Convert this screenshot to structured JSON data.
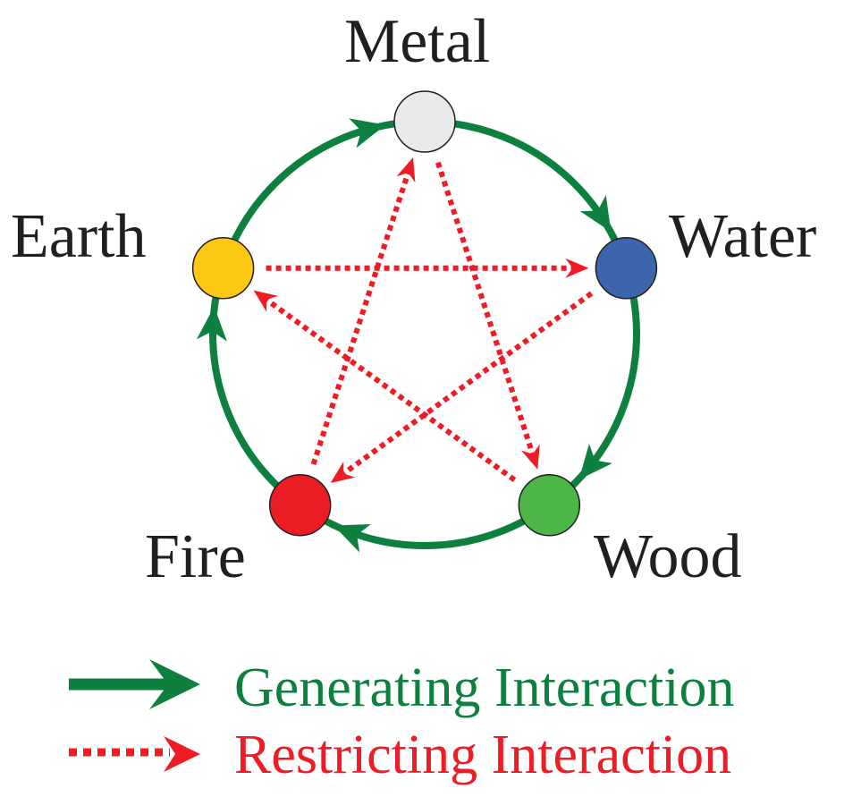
{
  "elements": [
    {
      "name": "Metal",
      "color": "#e8e9eb"
    },
    {
      "name": "Water",
      "color": "#3b66ae"
    },
    {
      "name": "Wood",
      "color": "#4cb649"
    },
    {
      "name": "Fire",
      "color": "#ec1c24"
    },
    {
      "name": "Earth",
      "color": "#fcc813"
    }
  ],
  "generating_cycle": [
    "Metal",
    "Water",
    "Wood",
    "Fire",
    "Earth"
  ],
  "restricting_links": [
    [
      "Metal",
      "Wood"
    ],
    [
      "Wood",
      "Earth"
    ],
    [
      "Earth",
      "Water"
    ],
    [
      "Water",
      "Fire"
    ],
    [
      "Fire",
      "Metal"
    ]
  ],
  "legend": {
    "generating": {
      "label": "Generating Interaction",
      "color": "#0d8040"
    },
    "restricting": {
      "label": "Restricting Interaction",
      "color": "#ee1c25"
    }
  }
}
